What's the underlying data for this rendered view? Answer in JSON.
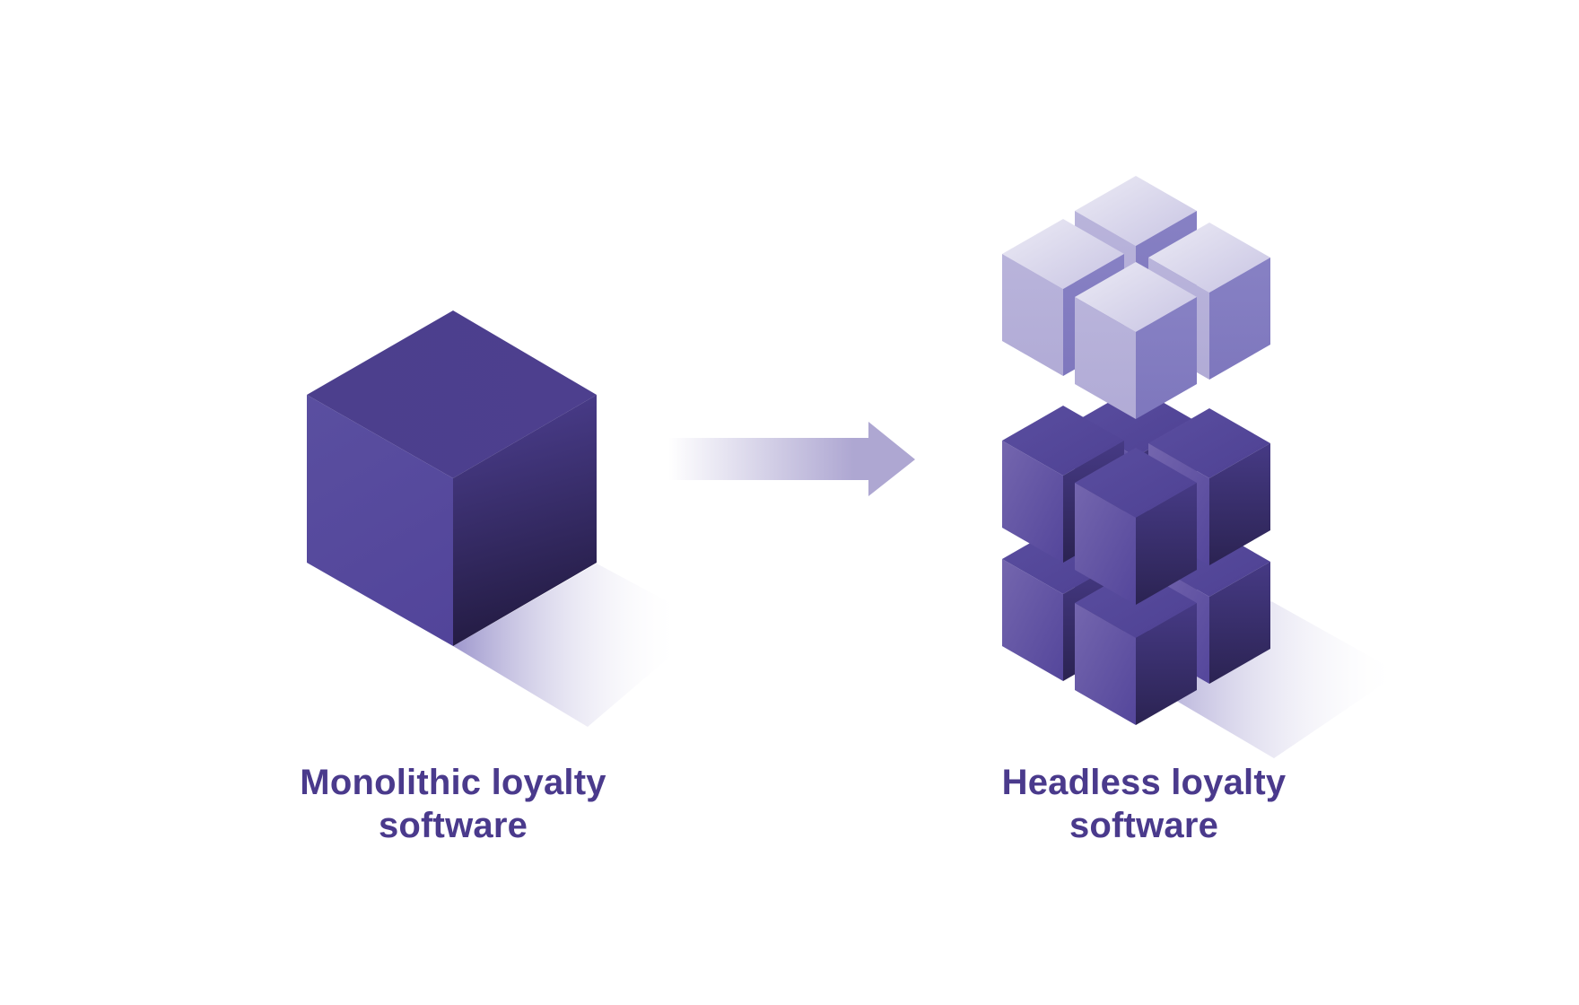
{
  "captions": {
    "monolithic": {
      "line1": "Monolithic loyalty",
      "line2": "software"
    },
    "headless": {
      "line1": "Headless loyalty",
      "line2": "software"
    }
  },
  "colors": {
    "text": "#4a3a8c",
    "cube_top": "#4e408f",
    "cube_left": "#584b9c",
    "cube_right_dark": "#28204d",
    "light_cube_top": "#dcd9ec",
    "light_cube_left": "#b7b2d9",
    "light_cube_right": "#8580c1",
    "arrow": "#aea7d2"
  },
  "icons": {
    "monolith": "single-cube-icon",
    "modules": "stacked-modular-cubes-icon",
    "transition": "right-arrow-icon"
  }
}
